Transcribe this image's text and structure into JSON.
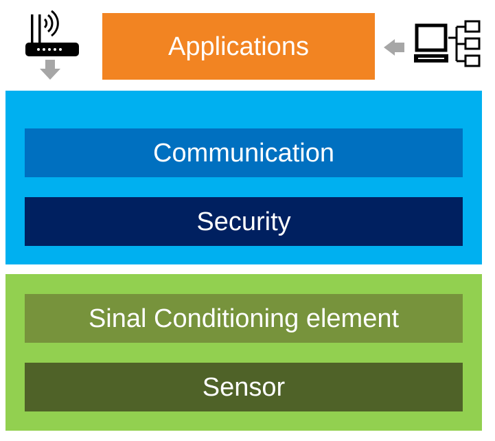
{
  "diagram": {
    "top": {
      "label": "Applications",
      "color": "#F28422",
      "left_icon": "wifi-router-icon",
      "right_icon": "computer-network-icon",
      "arrow_color": "#A6A6A6"
    },
    "upper_group": {
      "color": "#00B0F0",
      "layers": [
        {
          "label": "Communication",
          "color": "#0070C0"
        },
        {
          "label": "Security",
          "color": "#002060"
        }
      ]
    },
    "lower_group": {
      "color": "#92D050",
      "layers": [
        {
          "label": "Sinal Conditioning element",
          "color": "#77933C"
        },
        {
          "label": "Sensor",
          "color": "#4F6228"
        }
      ]
    }
  }
}
